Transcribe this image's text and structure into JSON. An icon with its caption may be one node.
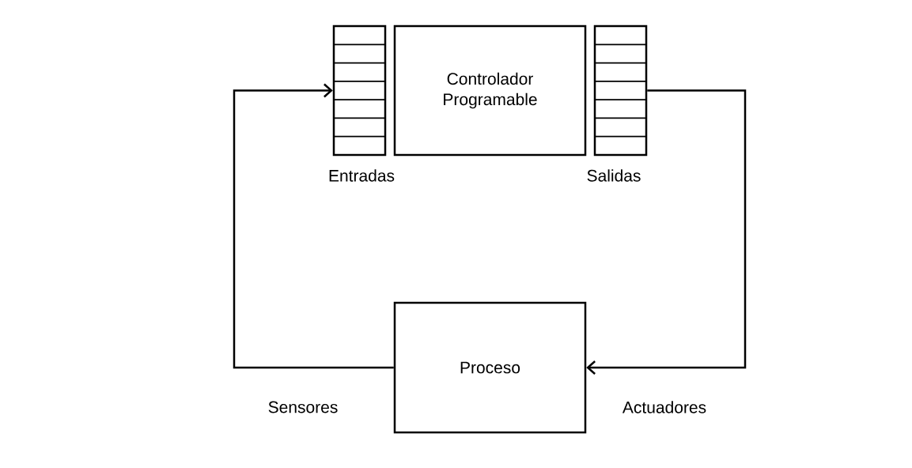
{
  "diagram": {
    "nodes": [
      {
        "text": [
          "Entradas"
        ]
      },
      {
        "text": [
          "Controlador Programable"
        ]
      },
      {
        "text": [
          "Salidas"
        ]
      },
      {
        "text": [
          "Proceso"
        ]
      }
    ],
    "edges": [
      {
        "from": 3,
        "to": 0,
        "arrow": "to",
        "label": "Sensores"
      },
      {
        "from": 2,
        "to": 3,
        "arrow": "to",
        "label": "Actuadores"
      }
    ]
  }
}
